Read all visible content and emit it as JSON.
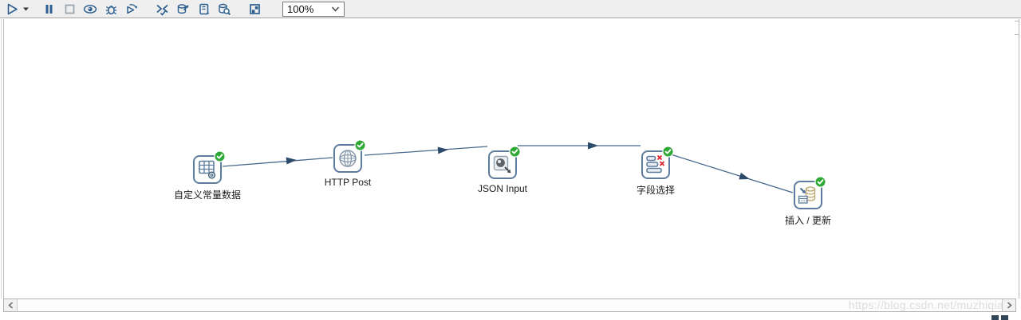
{
  "toolbar": {
    "zoom_value": "100%",
    "icons": [
      {
        "name": "run-icon"
      },
      {
        "name": "run-dropdown-caret-icon"
      },
      {
        "name": "pause-icon"
      },
      {
        "name": "stop-icon"
      },
      {
        "name": "preview-icon"
      },
      {
        "name": "debug-icon"
      },
      {
        "name": "replay-icon"
      },
      {
        "name": "check-transformation-icon"
      },
      {
        "name": "impact-analysis-icon"
      },
      {
        "name": "generate-sql-icon"
      },
      {
        "name": "explore-database-icon"
      },
      {
        "name": "show-execution-results-icon"
      }
    ]
  },
  "canvas": {
    "steps": [
      {
        "label": "自定义常量数据",
        "icon": "table-gear-icon",
        "status": "success"
      },
      {
        "label": "HTTP Post",
        "icon": "globe-icon",
        "status": "success"
      },
      {
        "label": "JSON Input",
        "icon": "json-input-icon",
        "status": "success"
      },
      {
        "label": "字段选择",
        "icon": "select-values-icon",
        "status": "success"
      },
      {
        "label": "插入 / 更新",
        "icon": "database-insert-update-icon",
        "status": "success"
      }
    ],
    "connections": [
      {
        "from": "自定义常量数据",
        "to": "HTTP Post"
      },
      {
        "from": "HTTP Post",
        "to": "JSON Input"
      },
      {
        "from": "JSON Input",
        "to": "字段选择"
      },
      {
        "from": "字段选择",
        "to": "插入 / 更新"
      }
    ]
  },
  "watermark": {
    "text": "https://blog.csdn.net/muzhiqia"
  },
  "colors": {
    "toolbar_icon_blue": "#2d6090",
    "wire": "#47688c",
    "arrowhead": "#2c4a6b",
    "badge_green": "#2fa836",
    "node_border": "#5d7c9e",
    "select_x_red": "#e02330"
  }
}
